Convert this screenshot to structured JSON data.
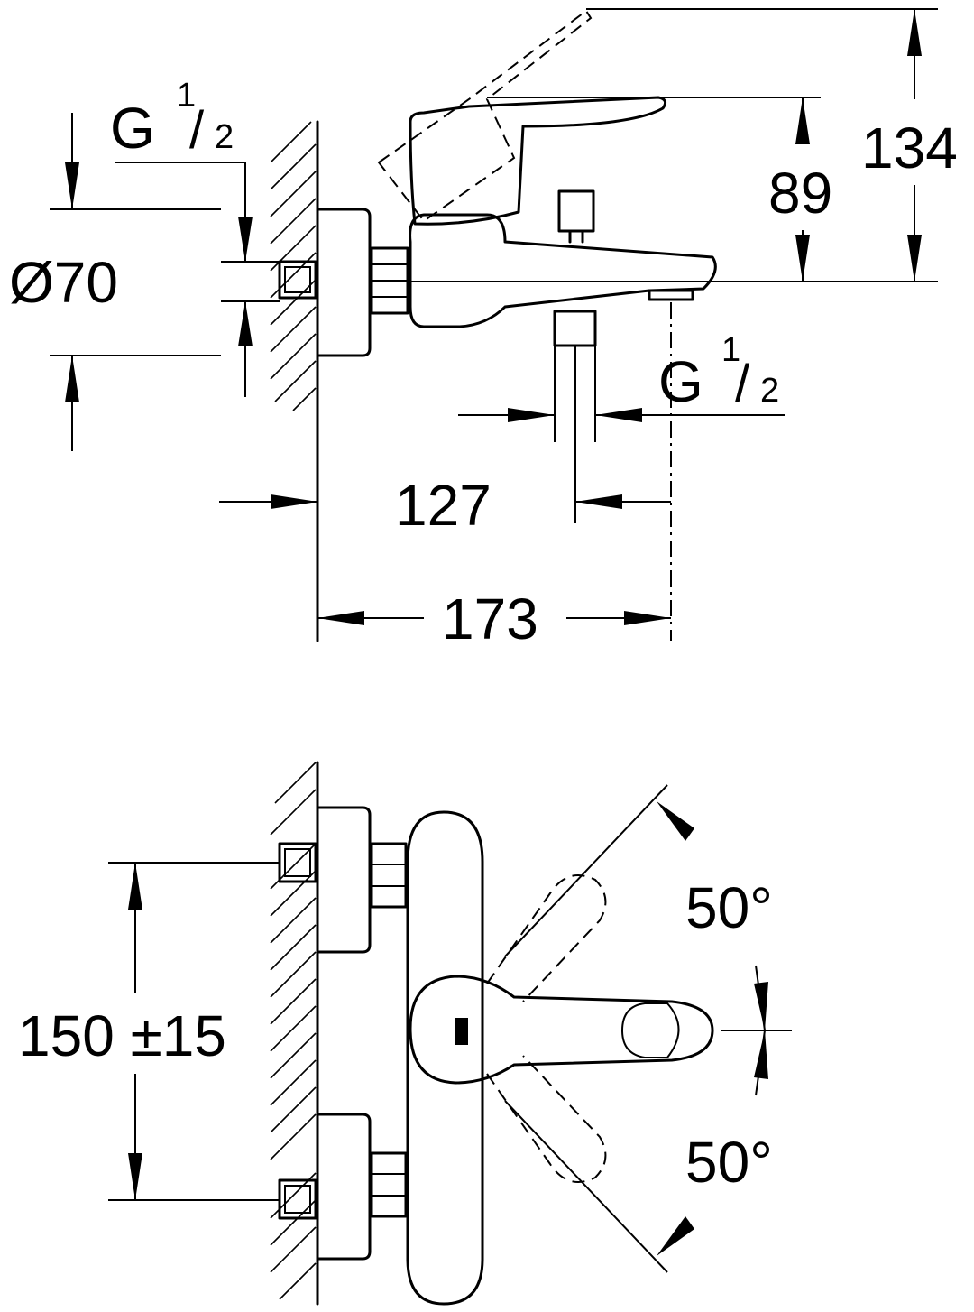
{
  "side_view": {
    "thread_top_g": "G",
    "thread_top_num": "1",
    "thread_top_den": "2",
    "diameter_label": "Ø70",
    "height_lever": "89",
    "height_total": "134",
    "thread_bottom_g": "G",
    "thread_bottom_num": "1",
    "thread_bottom_den": "2",
    "depth_outlet": "127",
    "depth_spout": "173"
  },
  "front_view": {
    "centers_label": "150 ±15",
    "angle_upper": "50°",
    "angle_lower": "50°"
  }
}
